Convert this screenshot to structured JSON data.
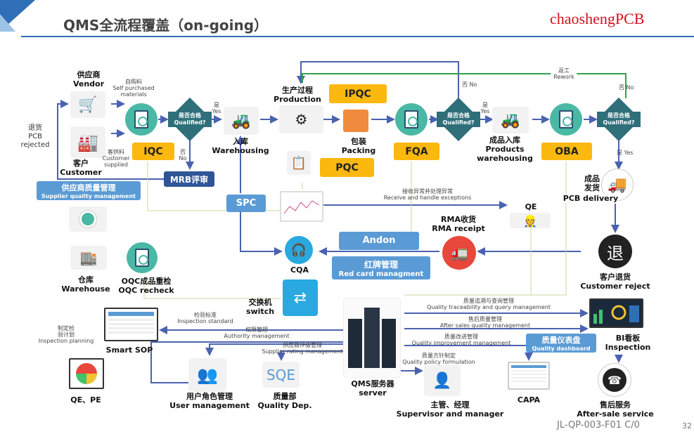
{
  "header": {
    "title": "QMS全流程覆盖（on-going）",
    "brand": "chaoshengPCB",
    "footer_code": "JL-QP-003-F01 C/0",
    "page_number": "32"
  },
  "colors": {
    "accent_blue": "#2f6fb7",
    "yellow": "#fbb80f",
    "teal": "#49b8a5",
    "diamond": "#2e6f7a",
    "dark_blue": "#2f5597",
    "light_blue": "#5b9bd5",
    "rework_green": "#2ea34a"
  },
  "nodes": {
    "vendor": {
      "cn": "供应商",
      "en": "Vendor",
      "icon": "worker-cart-icon"
    },
    "customer": {
      "cn": "客户",
      "en": "Customer",
      "icon": "factory-icon"
    },
    "rejected": {
      "cn": "退货",
      "en1": "PCB",
      "en2": "rejected"
    },
    "self_purchased": {
      "cn": "自购料",
      "en1": "Self purchased",
      "en2": "materials"
    },
    "customer_supplied": {
      "cn": "客供料",
      "en1": "Customer",
      "en2": "supplied"
    },
    "iqc": "IQC",
    "ipqc": "IPQC",
    "pqc": "PQC",
    "fqa": "FQA",
    "oba": "OBA",
    "qualified": {
      "cn": "是否合格",
      "en": "Qualified?"
    },
    "yes": {
      "cn": "是",
      "en": "Yes"
    },
    "no": {
      "cn": "否",
      "en": "No"
    },
    "mrb": "MRB评审",
    "supplier_qm": {
      "cn": "供应商质量管理",
      "en": "Supplier quality management"
    },
    "warehousing": {
      "cn": "入库",
      "en": "Warehousing"
    },
    "production": {
      "cn": "生产过程",
      "en": "Production"
    },
    "packing": {
      "cn": "包装",
      "en": "Packing"
    },
    "products_wh": {
      "cn": "成品入库",
      "en1": "Products",
      "en2": "warehousing"
    },
    "rework": {
      "cn": "返工",
      "en": "Rework"
    },
    "delivery": {
      "cn1": "成品",
      "cn2": "发货",
      "en": "PCB delivery"
    },
    "spc": "SPC",
    "exceptions": {
      "cn": "接收异常并处理异常",
      "en": "Receive and handle exceptions"
    },
    "qe": "QE",
    "warehouse": {
      "cn": "仓库",
      "en": "Warehouse"
    },
    "oqc": {
      "cn": "OQC成品重检",
      "en": "OQC recheck"
    },
    "cqa": "CQA",
    "andon": "Andon",
    "red_card": {
      "cn": "红牌管理",
      "en": "Red card managment"
    },
    "rma": {
      "cn": "RMA收货",
      "en": "RMA receipt"
    },
    "customer_reject": {
      "glyph": "退",
      "cn": "客户退货",
      "en": "Customer reject"
    },
    "switch": {
      "cn": "交换机",
      "en": "switch"
    },
    "bi": {
      "cn": "BI看板",
      "en": "Inspection"
    },
    "dashboard": {
      "cn": "质量仪表盘",
      "en": "Quality dashboard"
    },
    "server": {
      "cn": "QMS服务器",
      "en": "server"
    },
    "smart_sop": "Smart SOP",
    "insp_planning": {
      "cn1": "制定检",
      "cn2": "验计划",
      "en": "Inspection planning"
    },
    "qe_pe": "QE、PE",
    "user_mgmt": {
      "cn": "用户角色管理",
      "en": "User management"
    },
    "sqe": {
      "logo": "SQE",
      "cn": "质量部",
      "en": "Quality Dep."
    },
    "supervisor": {
      "cn": "主管、经理",
      "en": "Supervisor and manager"
    },
    "capa": "CAPA",
    "after_sale": {
      "cn": "售后服务",
      "en": "After-sale service"
    }
  },
  "edges": {
    "inspection_standard": {
      "cn": "检验标准",
      "en": "Inspection standard"
    },
    "authority": {
      "cn": "权限管理",
      "en": "Authority management"
    },
    "supplier_rating": {
      "cn": "供应商评级管理",
      "en": "Supplier rating management"
    },
    "traceability": {
      "cn": "质量追溯与查询管理",
      "en": "Quality traceability and query management"
    },
    "after_sales_qm": {
      "cn": "售后质量管理",
      "en": "After sales quality management"
    },
    "improvement": {
      "cn": "质量改进管理",
      "en": "Quality improvement management"
    },
    "policy": {
      "cn": "质量方针制定",
      "en": "Quality policy formulation"
    }
  }
}
